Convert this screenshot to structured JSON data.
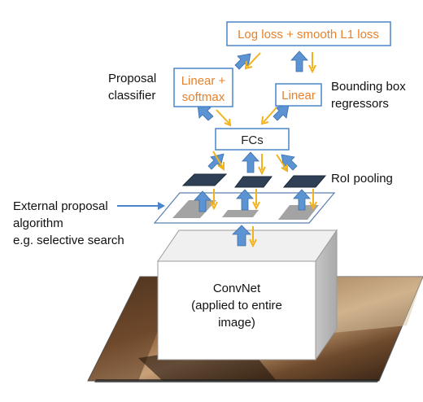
{
  "boxes": {
    "loss": "Log loss + smooth L1 loss",
    "linear_softmax": [
      "Linear +",
      "softmax"
    ],
    "linear": "Linear",
    "fcs": "FCs"
  },
  "labels": {
    "proposal_classifier": [
      "Proposal",
      "classifier"
    ],
    "bbox_regressors": [
      "Bounding box",
      "regressors"
    ],
    "roi_pooling": "RoI pooling",
    "external_proposal": [
      "External proposal",
      "algorithm",
      "e.g. selective search"
    ]
  },
  "convnet": [
    "ConvNet",
    "(applied to entire",
    "image)"
  ],
  "colors": {
    "box_border": "#4a86c8",
    "orange_text": "#e6822e",
    "arrow_blue": "#5b93d3",
    "arrow_orange": "#f2b21b",
    "roi_dark": "#2f3f56"
  }
}
